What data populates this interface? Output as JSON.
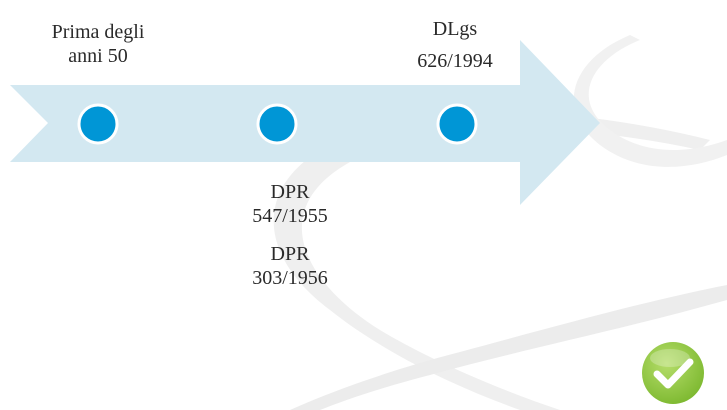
{
  "timeline": {
    "events": [
      {
        "line1": "Prima degli",
        "line2": "anni  50"
      },
      {
        "line1": "DLgs",
        "line2": "626/1994"
      },
      {
        "line1": "DPR",
        "line2": "547/1955"
      },
      {
        "line1": "DPR",
        "line2": "303/1956"
      }
    ]
  },
  "colors": {
    "arrow": "#d3e8f1",
    "marker_fill": "#0096d6",
    "marker_stroke": "#ffffff",
    "swoosh": "#eeeeee",
    "check_badge": "#8dc63f"
  },
  "icons": {
    "marker": "circle-marker-icon",
    "badge": "checkmark-icon"
  }
}
